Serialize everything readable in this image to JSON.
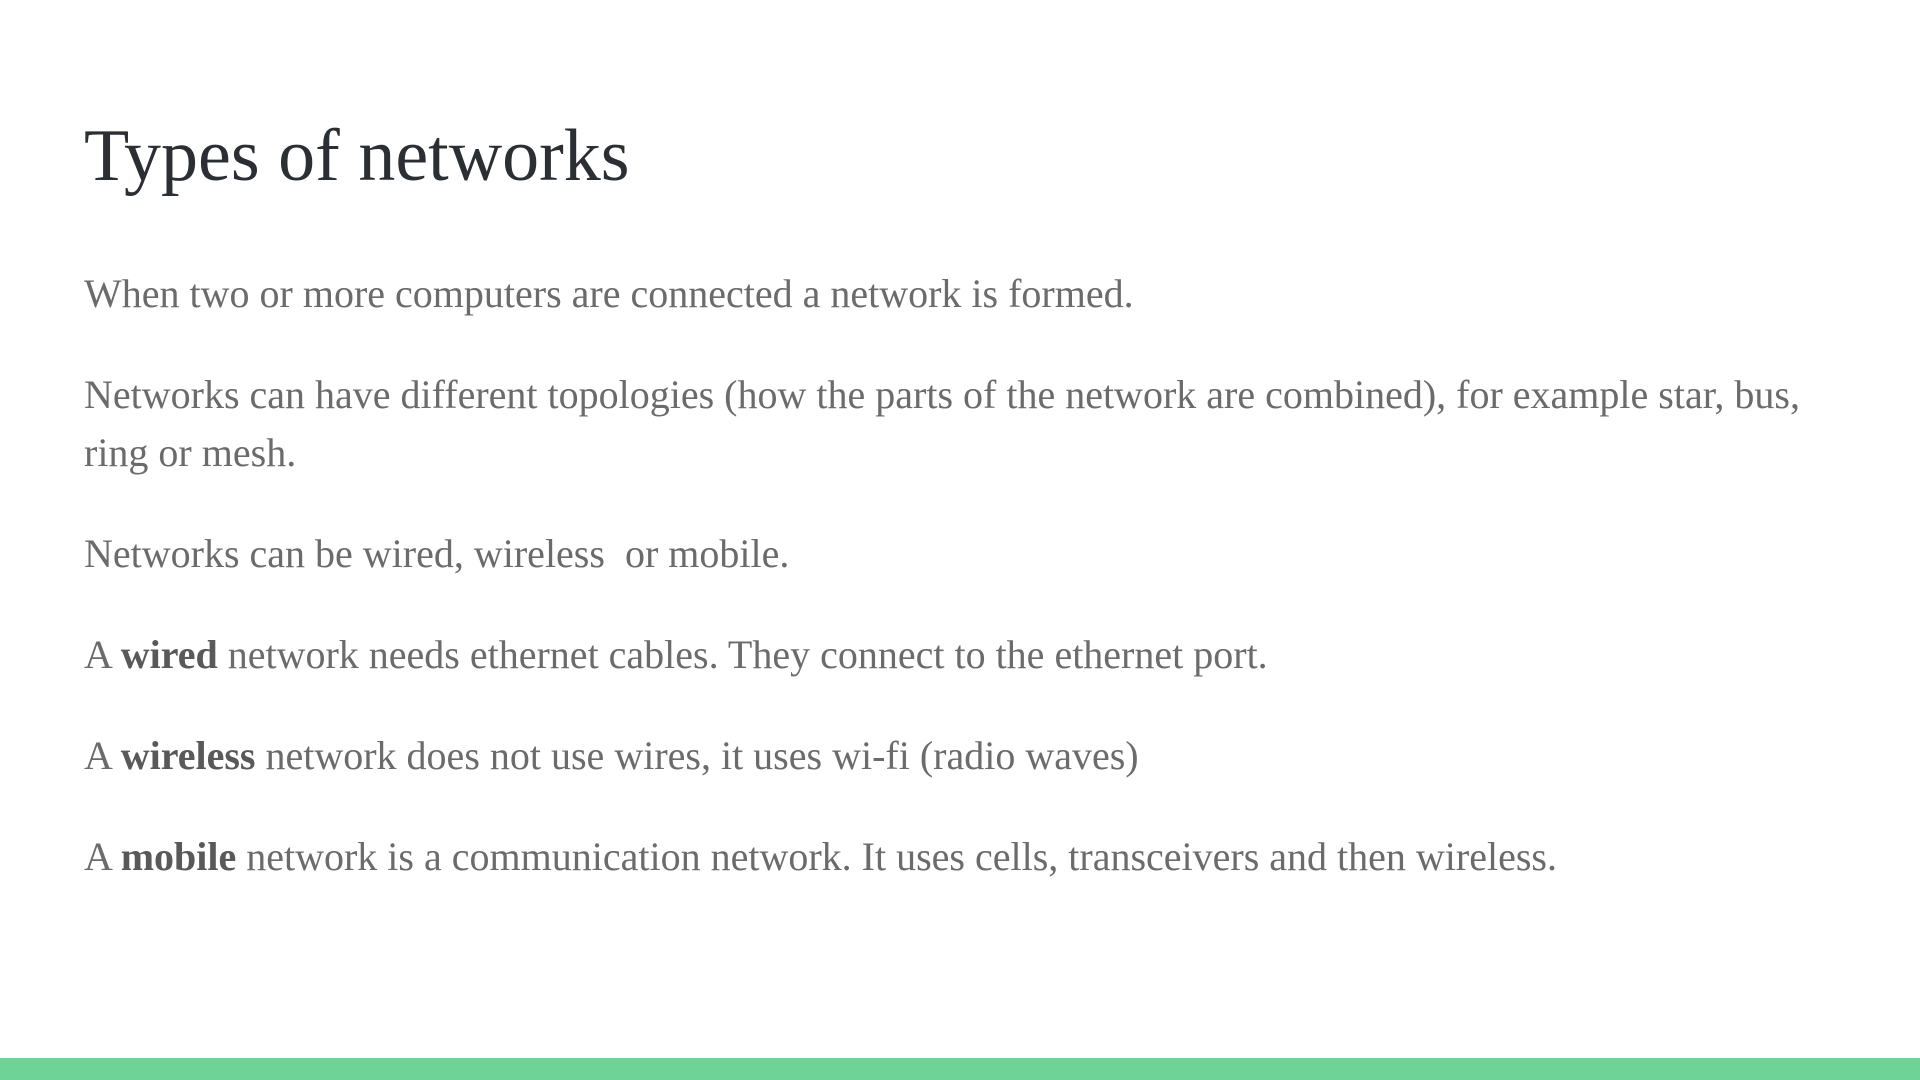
{
  "slide": {
    "title": "Types of networks",
    "paragraphs": {
      "p1": "When two or more computers are connected a network is formed.",
      "p2": "Networks can have different topologies (how the parts of the network are combined), for example star, bus, ring or mesh.",
      "p3": "Networks can be wired, wireless  or mobile.",
      "p4": {
        "pre": "A ",
        "bold": "wired",
        "post": " network needs ethernet cables. They connect to the ethernet port."
      },
      "p5": {
        "pre": "A ",
        "bold": "wireless",
        "post": " network does not use wires, it uses wi-fi (radio waves)"
      },
      "p6": {
        "pre": "A ",
        "bold": "mobile",
        "post": " network is a communication network. It uses cells, transceivers and then wireless."
      }
    }
  },
  "colors": {
    "title": "#2b2f33",
    "body_text": "#6b6b6b",
    "accent_bar": "#6dd397",
    "background": "#ffffff"
  }
}
